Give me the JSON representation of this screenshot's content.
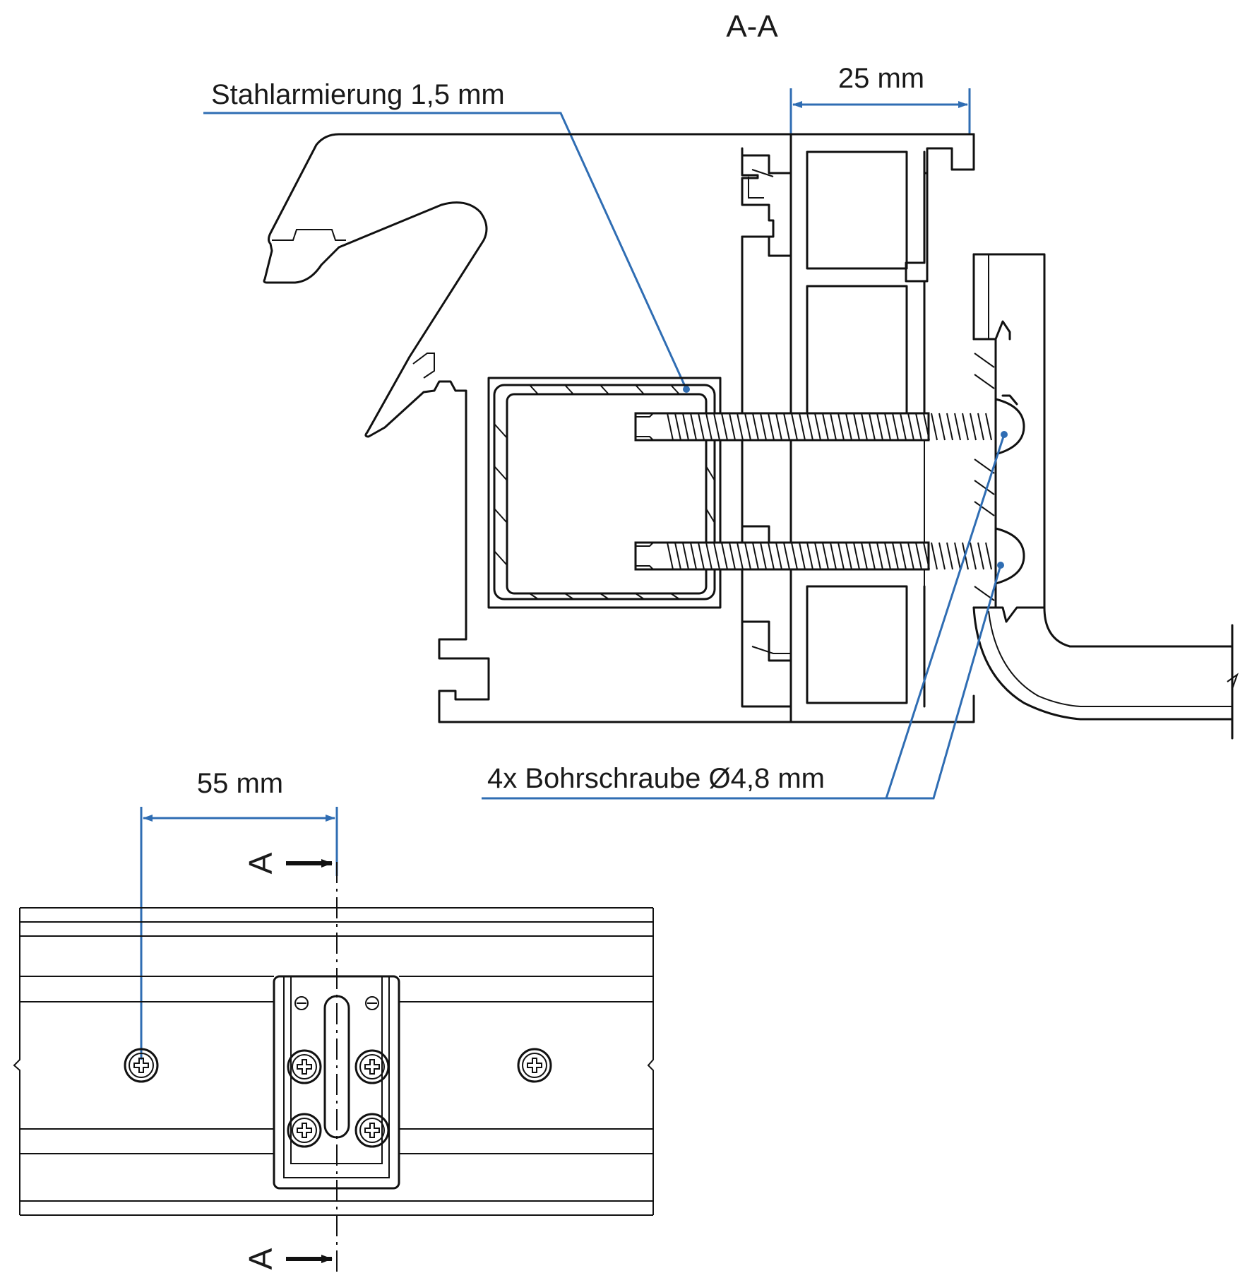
{
  "section": {
    "title": "A-A",
    "dim_top": "25 mm",
    "label_steel": "Stahlarmierung 1,5 mm",
    "label_screws": "4x Bohrschraube Ø4,8 mm"
  },
  "plan": {
    "dim_left": "55 mm",
    "cut_marker_top": "A",
    "cut_marker_bottom": "A"
  },
  "colors": {
    "annotation": "#2f6db3",
    "line": "#111111"
  }
}
